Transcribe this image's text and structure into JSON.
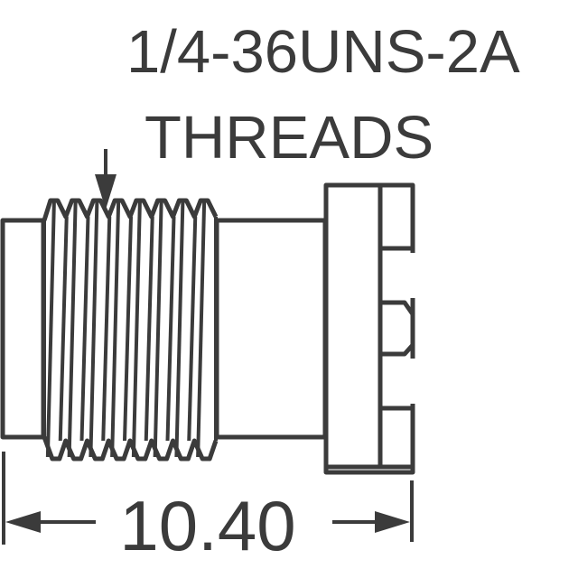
{
  "callout": {
    "line1": "1/4-36UNS-2A",
    "line2": "THREADS"
  },
  "dimension": {
    "value": "10.40"
  },
  "colors": {
    "ink": "#3b3b3b",
    "background": "#ffffff"
  }
}
